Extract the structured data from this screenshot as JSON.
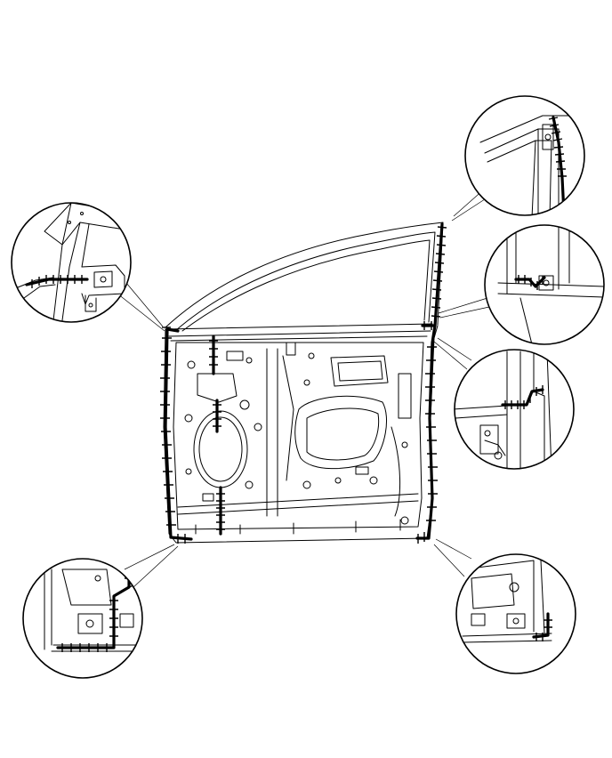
{
  "figure": {
    "subject": "front-door-panel",
    "detail_views": [
      "upper-left-corner",
      "upper-right-corner",
      "belt-line-right",
      "mid-right-hinge",
      "lower-left-corner",
      "lower-right-corner"
    ]
  }
}
